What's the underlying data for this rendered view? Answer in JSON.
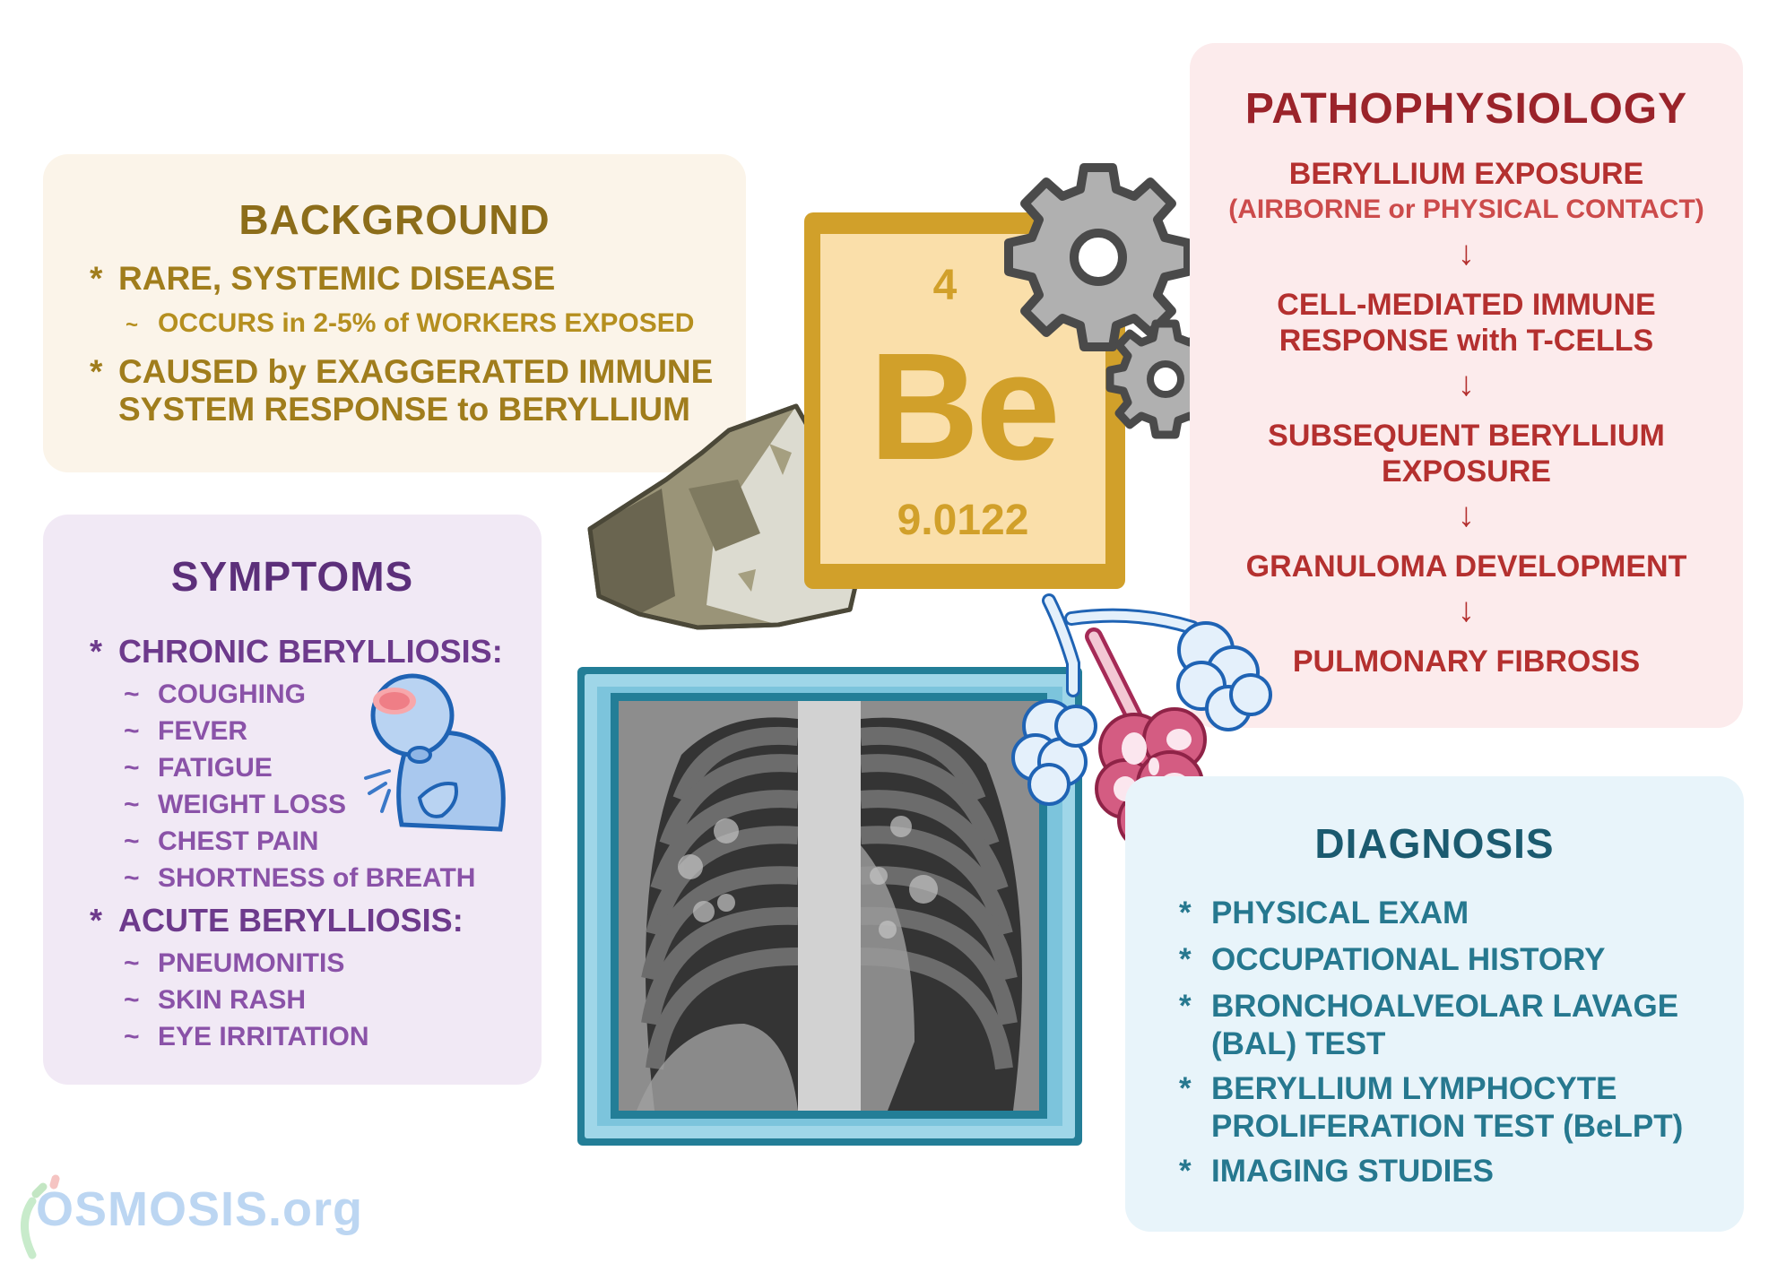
{
  "background": {
    "title": "BACKGROUND",
    "items": [
      {
        "bullet": "*",
        "text": "RARE, SYSTEMIC DISEASE",
        "sub": {
          "bullet": "~",
          "text": "OCCURS in 2-5% of WORKERS EXPOSED"
        }
      },
      {
        "bullet": "*",
        "line1": "CAUSED by EXAGGERATED IMMUNE",
        "line2": "SYSTEM RESPONSE to BERYLLIUM"
      }
    ]
  },
  "symptoms": {
    "title": "SYMPTOMS",
    "groups": [
      {
        "bullet": "*",
        "heading": "CHRONIC BERYLLIOSIS:",
        "items": [
          "COUGHING",
          "FEVER",
          "FATIGUE",
          "WEIGHT LOSS",
          "CHEST PAIN",
          "SHORTNESS of BREATH"
        ]
      },
      {
        "bullet": "*",
        "heading": "ACUTE BERYLLIOSIS:",
        "items": [
          "PNEUMONITIS",
          "SKIN RASH",
          "EYE IRRITATION"
        ]
      }
    ],
    "sub_bullet": "~"
  },
  "element_tile": {
    "atomic_number": "4",
    "symbol": "Be",
    "atomic_mass": "9.0122"
  },
  "pathophysiology": {
    "title": "PATHOPHYSIOLOGY",
    "arrow": "↓",
    "steps": [
      {
        "line1": "BERYLLIUM EXPOSURE",
        "line2": "(AIRBORNE or PHYSICAL CONTACT)"
      },
      {
        "line1": "CELL-MEDIATED IMMUNE",
        "line2": "RESPONSE with T-CELLS"
      },
      {
        "line1": "SUBSEQUENT BERYLLIUM",
        "line2": "EXPOSURE"
      },
      {
        "line1": "GRANULOMA DEVELOPMENT"
      },
      {
        "line1": "PULMONARY FIBROSIS"
      }
    ]
  },
  "diagnosis": {
    "title": "DIAGNOSIS",
    "bullet": "*",
    "items": [
      {
        "line1": "PHYSICAL EXAM"
      },
      {
        "line1": "OCCUPATIONAL HISTORY"
      },
      {
        "line1": "BRONCHOALVEOLAR LAVAGE",
        "line2": "(BAL) TEST"
      },
      {
        "line1": "BERYLLIUM LYMPHOCYTE",
        "line2": "PROLIFERATION TEST (BeLPT)"
      },
      {
        "line1": "IMAGING STUDIES"
      }
    ]
  },
  "illustrations": {
    "rock": "beryllium-ore-rock",
    "gears": "gears-icon",
    "xray": "chest-xray",
    "alveoli": "alveoli-healthy-and-inflamed",
    "person": "coughing-person"
  },
  "logo": {
    "text": "OSMOSIS.org"
  },
  "colors": {
    "background_title": "#8c6d1a",
    "background_panel": "#fbf4e9",
    "symptoms_title": "#5c2f7a",
    "symptoms_panel": "#f1e9f5",
    "patho_title": "#9a232a",
    "patho_panel": "#fcebec",
    "diagnosis_title": "#1b5a6f",
    "diagnosis_panel": "#e8f4fa",
    "element_gold": "#d1a02a"
  }
}
